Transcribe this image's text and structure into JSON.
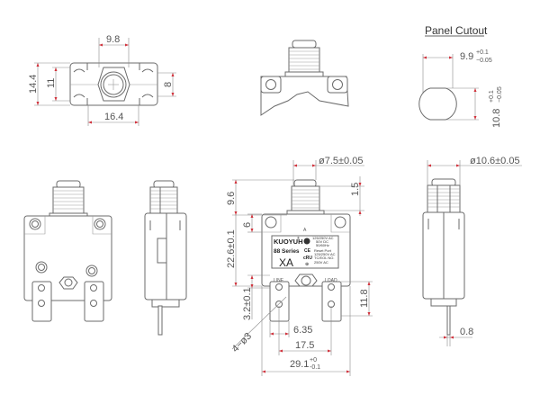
{
  "title": "Panel Cutout",
  "views": {
    "top_view": {
      "dims": {
        "hex_width": "9.8",
        "overall_height": "14.4",
        "inner_height": "11",
        "right_height": "8",
        "hole_spacing": "16.4"
      }
    },
    "front_view_dimensioned": {
      "dims": {
        "button_dia": "ø7.5±0.05",
        "button_height": "9.6",
        "button_travel": "1.5",
        "flange_height": "6",
        "body_height": "22.6±0.1",
        "terminal_offset": "3.2±0.1",
        "terminal_length": "11.8",
        "terminal_width": "6.35",
        "terminal_spacing": "17.5",
        "body_width_main": "29.1",
        "body_width_tol_upper": "+0",
        "body_width_tol_lower": "-0.1",
        "holes": "4−ø3"
      },
      "label": {
        "brand": "KUOYUH",
        "registered": "®",
        "series": "88 Series",
        "rating": "XA",
        "marker_a": "A",
        "spec_lines": [
          "125/250V AC",
          "50V DC",
          "50/60Hz",
          "Reset Port",
          "125/250V AC",
          "TC/EOL NO.",
          "250V AC"
        ],
        "terminal_line": "LINE",
        "terminal_load": "LOAD"
      }
    },
    "side_view_dimensioned": {
      "dims": {
        "thread_dia": "ø10.6±0.05",
        "pin_thickness": "0.8"
      }
    },
    "panel_cutout": {
      "width_main": "9.9",
      "width_tol_upper": "+0.1",
      "width_tol_lower": "−0.05",
      "height_main": "10.8",
      "height_tol_upper": "+0.1",
      "height_tol_lower": "−0.05"
    }
  },
  "colors": {
    "line": "#6b6b6b",
    "arrow": "#d0303a",
    "text": "#555555"
  }
}
